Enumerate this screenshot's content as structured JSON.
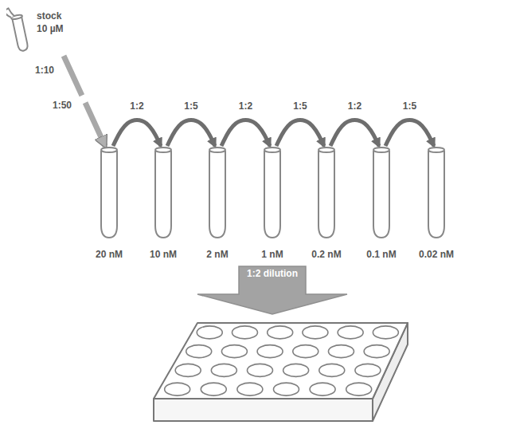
{
  "diagram": {
    "nodes": [
      {
        "text": [
          "stock 10 µM"
        ]
      },
      {
        "text": [
          "20 nM"
        ]
      },
      {
        "text": [
          "10 nM"
        ]
      },
      {
        "text": [
          "2 nM"
        ]
      },
      {
        "text": [
          "1 nM"
        ]
      },
      {
        "text": [
          "0.2 nM"
        ]
      },
      {
        "text": [
          "0.1 nM"
        ]
      },
      {
        "text": [
          "0.02 nM"
        ]
      },
      {
        "text": [
          "1:2 dilution"
        ]
      }
    ],
    "edges": [
      {
        "from": 0,
        "to": 1,
        "arrow": "to"
      },
      {
        "from": 1,
        "to": 2,
        "label": "1:2",
        "arrow": "to"
      },
      {
        "from": 2,
        "to": 3,
        "label": "1:5",
        "arrow": "to"
      },
      {
        "from": 3,
        "to": 4,
        "label": "1:2",
        "arrow": "to"
      },
      {
        "from": 4,
        "to": 5,
        "label": "1:5",
        "arrow": "to"
      },
      {
        "from": 5,
        "to": 6,
        "label": "1:2",
        "arrow": "to"
      },
      {
        "from": 6,
        "to": 7,
        "label": "1:5",
        "arrow": "to"
      }
    ],
    "labels": [
      "1:10",
      "1:50"
    ]
  }
}
